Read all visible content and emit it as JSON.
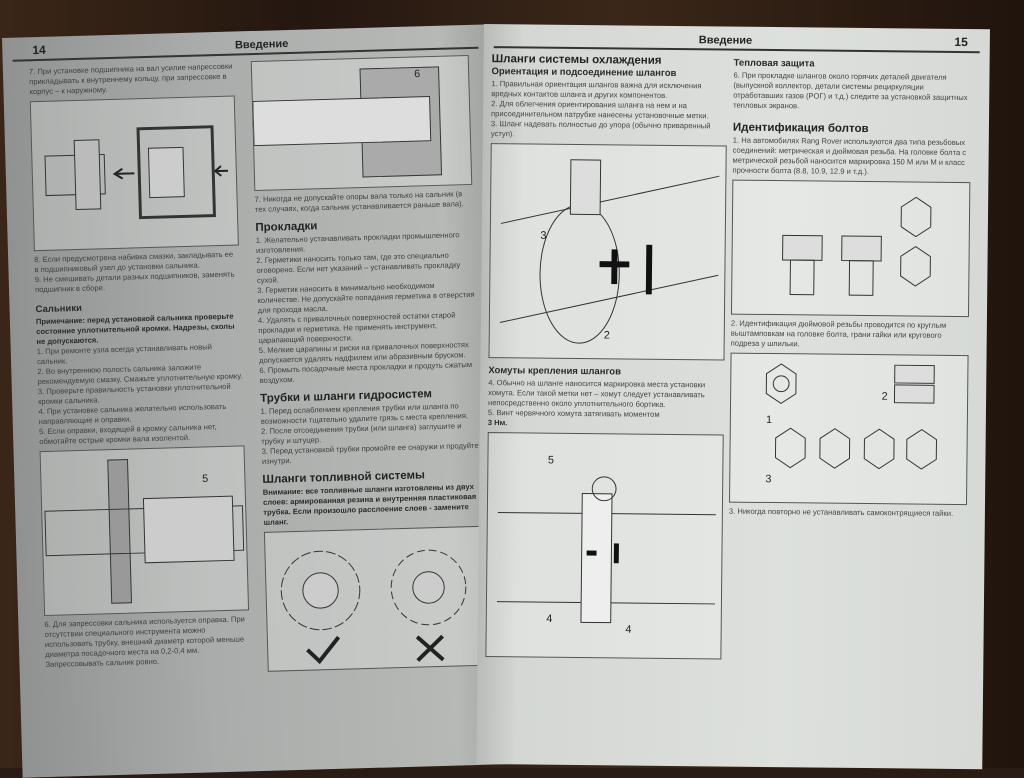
{
  "left_page": {
    "header": "Введение",
    "page_number": "14",
    "col1": {
      "p7": "7. При установке подшипника на вал усилие напрессовки прикладывать к внутреннему кольцу, при запрессовке в корпус – к наружному.",
      "p8": "8. Если предусмотрена набивка смазки, закладывать ее в подшипниковый узел до установки сальника.",
      "p9": "9. Не смешивать детали разных подшипников, заменять подшипник в сборе.",
      "h_seals": "Сальники",
      "note": "Примечание: перед установкой сальника проверьте состояние уплотнительной кромки. Надрезы, сколы не допускаются.",
      "items": [
        "1. При ремонте узла всегда устанавливать новый сальник.",
        "2. Во внутреннюю полость сальника заложите рекомендуемую смазку. Смажьте уплотнительную кромку.",
        "3. Проверьте правильность установки уплотнительной кромки сальника.",
        "4. При установке сальника желательно использовать направляющие и оправки.",
        "5. Если оправки, входящей в кромку сальника нет, обмотайте острые кромки вала изолентой."
      ],
      "fig_label": "5",
      "p_bottom": "6. Для запрессовки сальника используется оправка. При отсутствии специального инструмента можно использовать трубку, внешний диаметр которой меньше диаметра посадочного места на 0,2-0,4 мм. Запрессовывать сальник ровно."
    },
    "col2": {
      "fig_label": "6",
      "p7": "7. Никогда не допускайте опоры вала только на сальник (в тех случаях, когда сальник устанавливается раньше вала).",
      "h_gaskets": "Прокладки",
      "gaskets": [
        "1. Желательно устанавливать прокладки промышленного изготовления.",
        "2. Герметики наносить только там, где это специально оговорено. Если нет указаний – устанавливать прокладку сухой.",
        "3. Герметик наносить в минимально необходимом количестве. Не допускайте попадания герметика в отверстия для прохода масла.",
        "4. Удалять с привалочных поверхностей остатки старой прокладки и герметика. Не применять инструмент, царапающий поверхности.",
        "5. Мелкие царапины и риски на привалочных поверхностях допускается удалять надфилем или абразивным бруском.",
        "6. Промыть посадочные места прокладки и продуть сжатым воздухом."
      ],
      "h_hydraulic": "Трубки и шланги гидросистем",
      "hydraulic": [
        "1. Перед ослаблением крепления трубки или шланга по возможности тщательно удалите грязь с места крепления.",
        "2. После отсоединения трубки (или шланга) заглушите и трубку и штуцер.",
        "3. Перед установкой трубки промойте ее снаружи и продуйте изнутри."
      ],
      "h_fuel": "Шланги топливной системы",
      "fuel_note": "Внимание: все топливные шланги изготовлены из двух слоев: армированная резина и внутренняя пластиковая трубка. Если произошло расслоение слоев - замените шланг."
    }
  },
  "right_page": {
    "header": "Введение",
    "page_number": "15",
    "col1": {
      "h_cooling": "Шланги системы охлаждения",
      "h_orient": "Ориентация и подсоединение шлангов",
      "orient": [
        "1. Правильная ориентация шлангов важна для исключения вредных контактов шланга и других компонентов.",
        "2. Для облегчения ориентирования шланга на нем и на присоединительном патрубке нанесены установочные метки.",
        "3. Шланг надевать полностью до упора (обычно приваренный уступ)."
      ],
      "fig1_labels": [
        "3",
        "2"
      ],
      "h_clamps": "Хомуты крепления шлангов",
      "clamps": [
        "4. Обычно на шланге наносится маркировка места установки хомута. Если такой метки нет – хомут следует устанавливать непосредственно около уплотнительного бортика.",
        "5. Винт червячного хомута затягивать моментом"
      ],
      "torque": "3 Нм.",
      "fig2_labels": [
        "5",
        "4",
        "4"
      ]
    },
    "col2": {
      "h_heat": "Тепловая защита",
      "heat": "6. При прокладке шлангов около горячих деталей двигателя (выпускной коллектор, детали системы рециркуляции отработавших газов (РОГ) и т.д.) следите за установкой защитных тепловых экранов.",
      "h_bolts": "Идентификация болтов",
      "bolts1": "1. На автомобилях Rang Rover используются два типа резьбовых соединений: метрическая и дюймовая резьба. На головке болта с метрической резьбой наносится маркировка 150 М или М и класс прочности болта (8.8, 10.9, 12.9 и т.д.).",
      "bolts2": "2. Идентификация дюймовой резьбы проводится по круглым выштамповкам на головке болта, грани гайки или кругового подреза у шпильки.",
      "fig_labels": [
        "1",
        "2",
        "3"
      ],
      "bolts3": "3. Никогда повторно не устанавливать самоконтрящиеся гайки."
    }
  }
}
